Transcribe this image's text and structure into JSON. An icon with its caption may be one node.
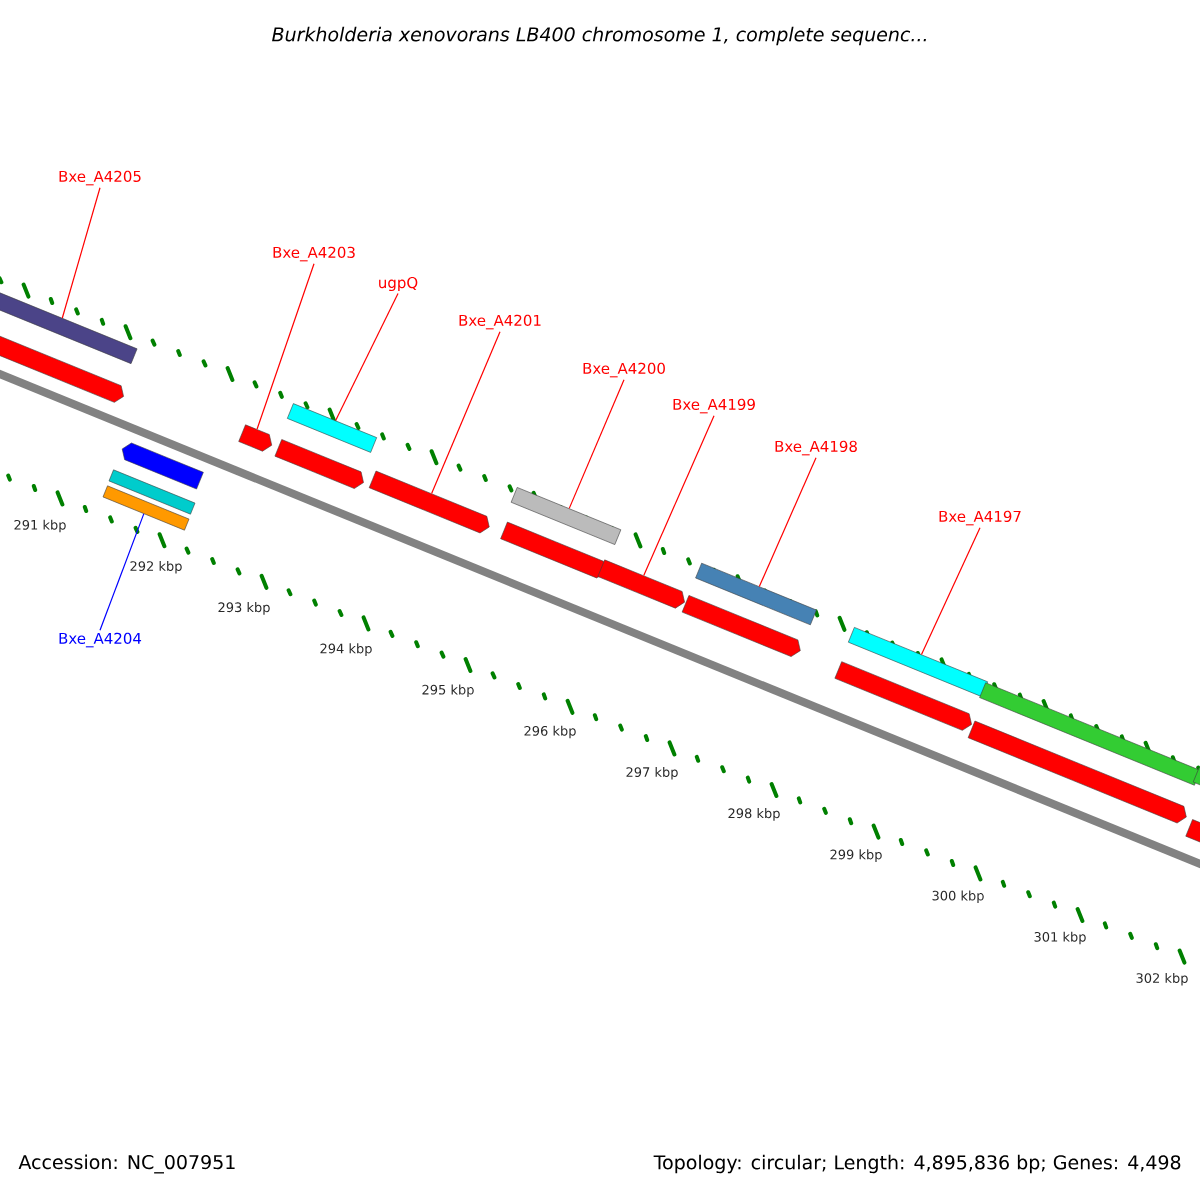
{
  "diagram": {
    "title": "Burkholderia xenovorans LB400 chromosome 1, complete sequenc...",
    "nodes": [
      {
        "text": [
          "Bxe_A4205"
        ]
      },
      {
        "text": [
          "Bxe_A4203"
        ]
      },
      {
        "text": [
          "ugpQ"
        ]
      },
      {
        "text": [
          "Bxe_A4201"
        ]
      },
      {
        "text": [
          "Bxe_A4200"
        ]
      },
      {
        "text": [
          "Bxe_A4199"
        ]
      },
      {
        "text": [
          "Bxe_A4198"
        ]
      },
      {
        "text": [
          "Bxe_A4197"
        ]
      },
      {
        "text": [
          "Bxe_A4204"
        ]
      },
      {
        "text": [],
        "shape": "bar"
      },
      {
        "text": [],
        "shape": "arrow"
      },
      {
        "text": [],
        "shape": "arrow"
      },
      {
        "text": [],
        "shape": "bar"
      },
      {
        "text": [],
        "shape": "bar"
      },
      {
        "text": [],
        "shape": "arrow"
      },
      {
        "text": [],
        "shape": "bar"
      },
      {
        "text": [],
        "shape": "arrow"
      },
      {
        "text": [],
        "shape": "arrow"
      },
      {
        "text": [],
        "shape": "bar"
      },
      {
        "text": [],
        "shape": "arrow"
      },
      {
        "text": [],
        "shape": "arrow"
      },
      {
        "text": [],
        "shape": "bar"
      },
      {
        "text": [],
        "shape": "arrow"
      },
      {
        "text": [],
        "shape": "bar"
      },
      {
        "text": [],
        "shape": "arrow"
      },
      {
        "text": [],
        "shape": "bar"
      },
      {
        "text": [],
        "shape": "arrow"
      },
      {
        "text": [],
        "shape": "bar"
      },
      {
        "text": [],
        "shape": "arrow"
      }
    ],
    "edges": [
      {
        "from": 0,
        "to": 9,
        "arrow": "none"
      },
      {
        "from": 1,
        "to": 14,
        "arrow": "none"
      },
      {
        "from": 2,
        "to": 15,
        "arrow": "none"
      },
      {
        "from": 3,
        "to": 17,
        "arrow": "none"
      },
      {
        "from": 4,
        "to": 18,
        "arrow": "none"
      },
      {
        "from": 5,
        "to": 20,
        "arrow": "none"
      },
      {
        "from": 6,
        "to": 21,
        "arrow": "none"
      },
      {
        "from": 7,
        "to": 23,
        "arrow": "none"
      },
      {
        "from": 8,
        "to": 13,
        "arrow": "none",
        "color": "#0000ff"
      }
    ],
    "labels": [
      "291 kbp",
      "292 kbp",
      "293 kbp",
      "294 kbp",
      "295 kbp",
      "296 kbp",
      "297 kbp",
      "298 kbp",
      "299 kbp",
      "300 kbp",
      "301 kbp",
      "302 kbp",
      "Accession: NC_007951",
      "Topology: circular; Length: 4,895,836 bp; Genes: 4,498"
    ]
  }
}
